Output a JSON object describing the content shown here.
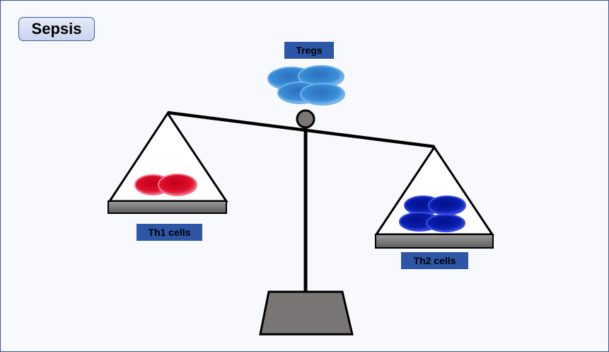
{
  "title": "Sepsis",
  "labels": {
    "tregs": "Tregs",
    "th1": "Th1 cells",
    "th2": "Th2 cells"
  },
  "colors": {
    "frame_border": "#3c5a96",
    "label_fill": "#2e56a6",
    "th1_cell": "#e0102a",
    "th2_cell": "#0a1fb0",
    "treg_cell": "#3a8ed8",
    "base_fill": "#7a7676"
  }
}
